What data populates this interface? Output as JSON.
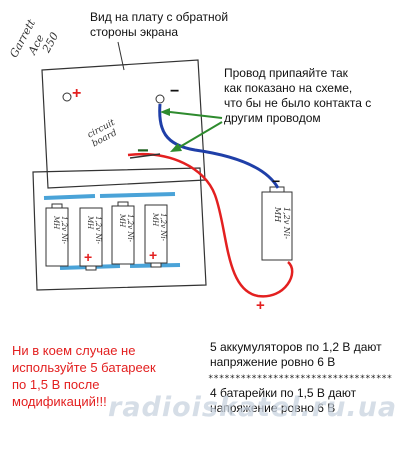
{
  "labels": {
    "device_line1": "Garrett",
    "device_line2": "Ace",
    "device_line3": "250",
    "board_view_line1": "Вид на плату с обратной",
    "board_view_line2": "стороны экрана",
    "wire_note_line1": "Провод припаяйте так",
    "wire_note_line2": "как показано на схеме,",
    "wire_note_line3": "что бы не было контакта с",
    "wire_note_line4": "другим проводом",
    "circuit_board": "circuit board",
    "cell_label": "1,2v Ni-MH",
    "plus": "+",
    "minus": "−"
  },
  "warning": {
    "line1": "Ни в коем случае не",
    "line2": "используйте 5 батареек",
    "line3": "по 1,5 В после",
    "line4": "модификаций!!!"
  },
  "notes": {
    "accum_line1": "5 аккумуляторов по 1,2 В дают",
    "accum_line2": "напряжение ровно 6 В",
    "separator": "**********************************",
    "batt_line1": "4 батарейки по 1,5 В дают",
    "batt_line2": "напряжение ровно 6 В"
  },
  "watermark": "radioiskatel.ru.ua",
  "colors": {
    "positive_wire": "#e32020",
    "negative_wire": "#1f3fa8",
    "arrow": "#2e8b2e",
    "contact_strip": "#4aa3d8",
    "warning_text": "#e32020"
  }
}
